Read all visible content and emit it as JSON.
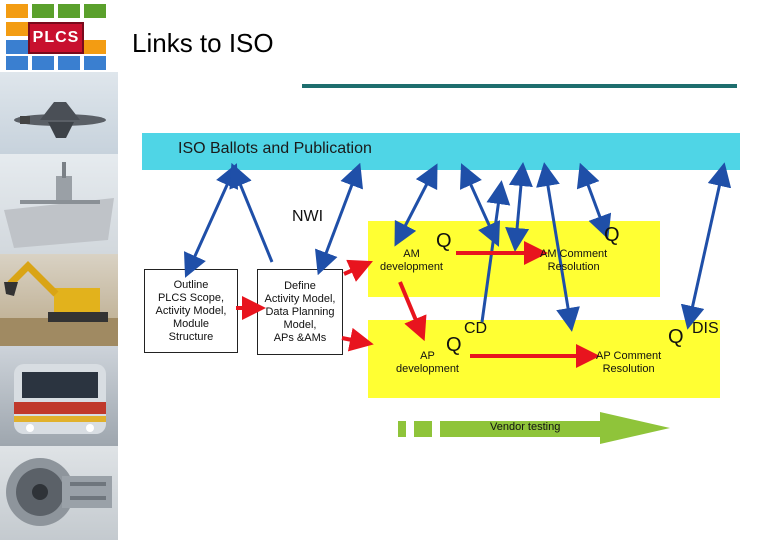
{
  "slide": {
    "title": "Links to ISO"
  },
  "logo": {
    "text": "PLCS"
  },
  "iso_band": {
    "label": "ISO  Ballots and Publication"
  },
  "nwi": {
    "label": "NWI"
  },
  "boxes": {
    "outline": "Outline\nPLCS Scope,\nActivity Model,\nModule\nStructure",
    "define": "Define\nActivity Model,\nData Planning\nModel,\nAPs &AMs"
  },
  "am": {
    "development": "AM\ndevelopment",
    "q1": "Q",
    "comment": "AM Comment\nResolution",
    "q2": "Q"
  },
  "ap": {
    "development": "AP\ndevelopment",
    "q1": "Q",
    "cd": "CD",
    "comment": "AP Comment\nResolution",
    "q2": "Q",
    "dis": "DIS"
  },
  "vendor": {
    "label": "Vendor testing"
  },
  "colors": {
    "iso_band": "#4fd5e6",
    "phase_band": "#ffff33",
    "red_arrow": "#e8141e",
    "blue_arrow": "#1f4fa8",
    "vendor_arrow": "#8fc43a",
    "title_rule": "#1e6e6e"
  },
  "photos": [
    "airplane-photo",
    "ship-photo",
    "excavator-photo",
    "train-photo",
    "engine-photo"
  ]
}
